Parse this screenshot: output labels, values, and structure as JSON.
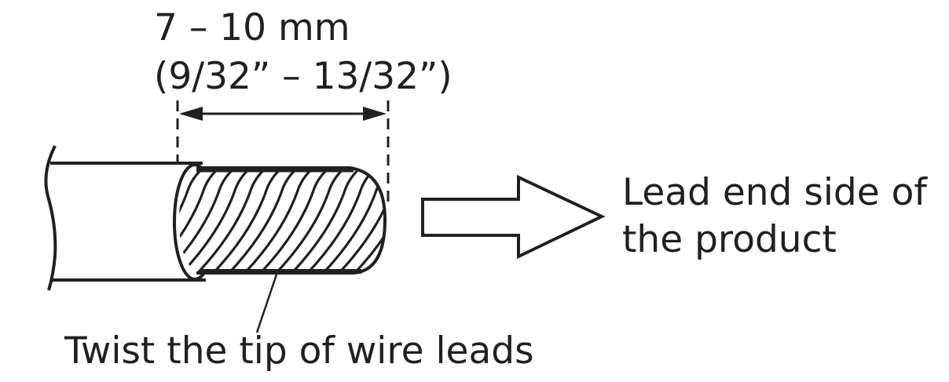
{
  "dimension": {
    "metric": "7 – 10 mm",
    "imperial": "(9/32” – 13/32”)"
  },
  "labels": {
    "lead_end_line1": "Lead end side of",
    "lead_end_line2": "the product",
    "twist_note": "Twist the tip of wire leads"
  },
  "colors": {
    "ink": "#231f20",
    "background": "#ffffff"
  }
}
